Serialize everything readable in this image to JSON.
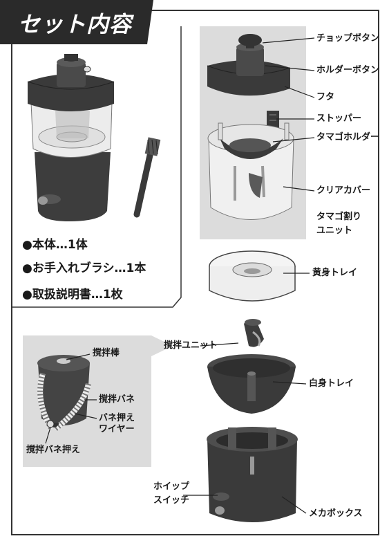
{
  "title": "セット内容",
  "contents": [
    "●本体…1体",
    "●お手入れブラシ…1本",
    "●取扱説明書…1枚"
  ],
  "parts": {
    "chop_button": "チョップボタン",
    "holder_button": "ホルダーボタン",
    "lid": "フタ",
    "stopper": "ストッパー",
    "egg_holder": "タマゴホルダー",
    "clear_cover": "クリアカバー",
    "egg_unit_1": "タマゴ割り",
    "egg_unit_2": "ユニット",
    "yolk_tray": "黄身トレイ",
    "whisk_unit": "撹拌ユニット",
    "white_tray": "白身トレイ",
    "whip_switch_1": "ホイップ",
    "whip_switch_2": "スイッチ",
    "mecha_box": "メカボックス"
  },
  "whisk_detail": {
    "rod": "撹拌棒",
    "spring": "撹拌バネ",
    "wire_1": "バネ押え",
    "wire_2": "ワイヤー",
    "spring_holder": "撹拌バネ押え"
  },
  "colors": {
    "dark_part": "#3a3a3a",
    "panel": "#dcdcdc",
    "clear": "#e8e8e8"
  }
}
